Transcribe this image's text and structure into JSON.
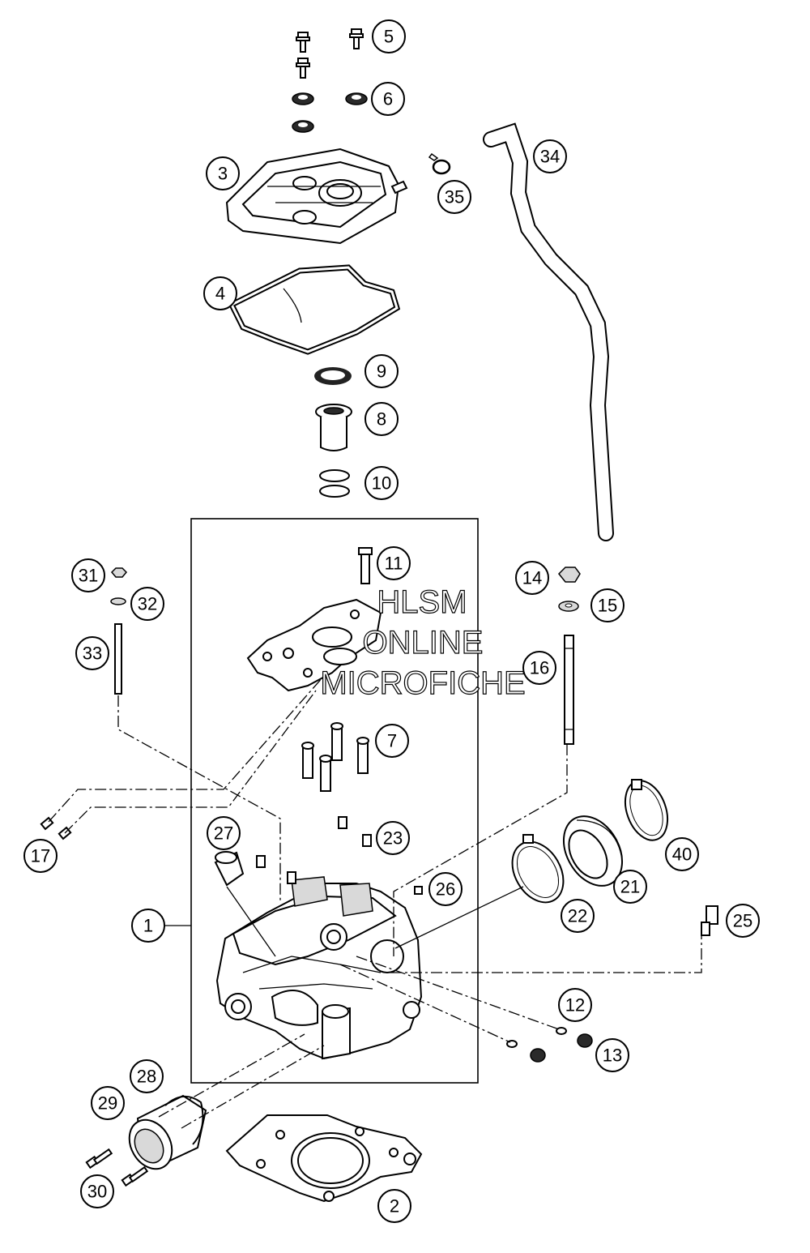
{
  "callouts": [
    "1",
    "2",
    "3",
    "4",
    "5",
    "6",
    "7",
    "8",
    "9",
    "10",
    "11",
    "12",
    "13",
    "14",
    "15",
    "16",
    "17",
    "21",
    "22",
    "23",
    "25",
    "26",
    "27",
    "28",
    "29",
    "30",
    "31",
    "32",
    "33",
    "34",
    "35",
    "40"
  ],
  "watermark": [
    "HLSM",
    "ONLINE",
    "MICROFICHE"
  ]
}
